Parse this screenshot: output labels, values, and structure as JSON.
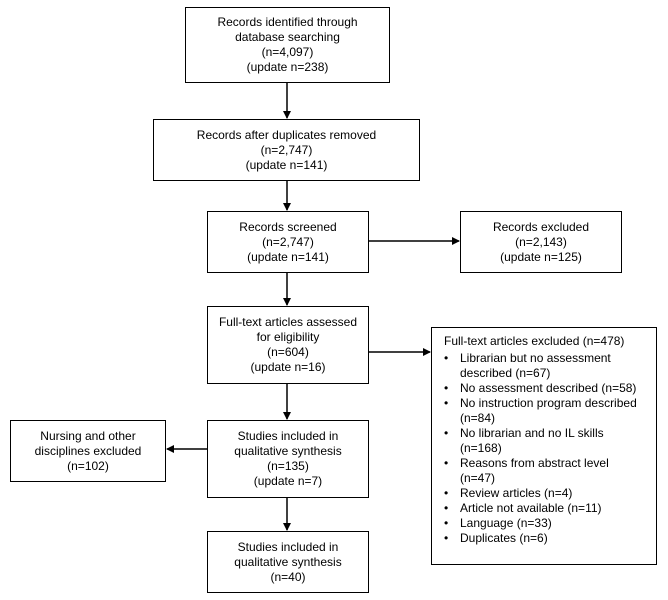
{
  "flow": {
    "identified": [
      "Records identified through",
      "database searching",
      "(n=4,097)",
      "(update n=238)"
    ],
    "duplicates": [
      "Records after duplicates removed",
      "(n=2,747)",
      "(update n=141)"
    ],
    "screened": [
      "Records screened",
      "(n=2,747)",
      "(update n=141)"
    ],
    "excluded": [
      "Records excluded",
      "(n=2,143)",
      "(update n=125)"
    ],
    "fulltext": [
      "Full-text articles assessed",
      "for eligibility",
      "(n=604)",
      "(update n=16)"
    ],
    "nursing": [
      "Nursing and other",
      "disciplines excluded",
      "(n=102)"
    ],
    "qualitative_1": [
      "Studies included in",
      "qualitative synthesis",
      "(n=135)",
      "(update n=7)"
    ],
    "qualitative_2": [
      "Studies included in",
      "qualitative synthesis",
      "(n=40)"
    ]
  },
  "fulltext_excluded": {
    "title": "Full-text articles excluded (n=478)",
    "bullet": "•",
    "items": [
      [
        "Librarian but no assessment",
        "described (n=67)"
      ],
      [
        "No assessment described (n=58)"
      ],
      [
        "No instruction program described",
        "(n=84)"
      ],
      [
        "No librarian and no IL skills",
        "(n=168)"
      ],
      [
        "Reasons from abstract level",
        "(n=47)"
      ],
      [
        "Review articles (n=4)"
      ],
      [
        "Article not available (n=11)"
      ],
      [
        "Language (n=33)"
      ],
      [
        "Duplicates (n=6)"
      ]
    ]
  }
}
